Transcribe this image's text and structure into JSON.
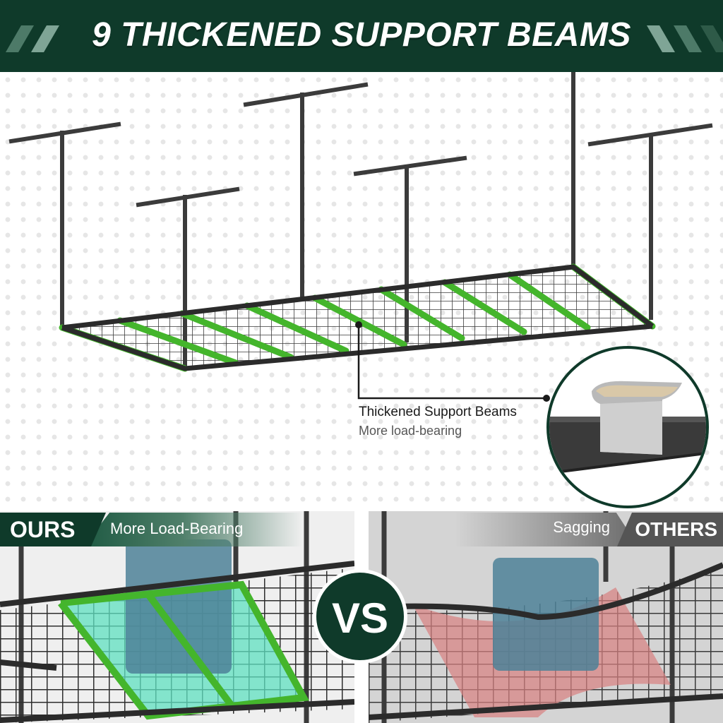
{
  "banner": {
    "title": "9 THICKENED SUPPORT BEAMS"
  },
  "callout": {
    "title": "Thickened Support Beams",
    "subtitle": "More load-bearing"
  },
  "comparison": {
    "ours_label": "OURS",
    "ours_caption": "More Load-Bearing",
    "others_label": "OTHERS",
    "others_caption": "Sagging",
    "vs_label": "VS"
  },
  "colors": {
    "brand_green": "#0f3a2a",
    "beam_green": "#44b52c",
    "frame_dark": "#2b2b2b",
    "ours_highlight": "#5fe0c0",
    "others_highlight": "#d98080",
    "bin_blue": "#4e8198"
  },
  "icons": {
    "banner_stripes": "diagonal-stripes-icon",
    "zoom_detail": "beam-cross-section-icon"
  }
}
